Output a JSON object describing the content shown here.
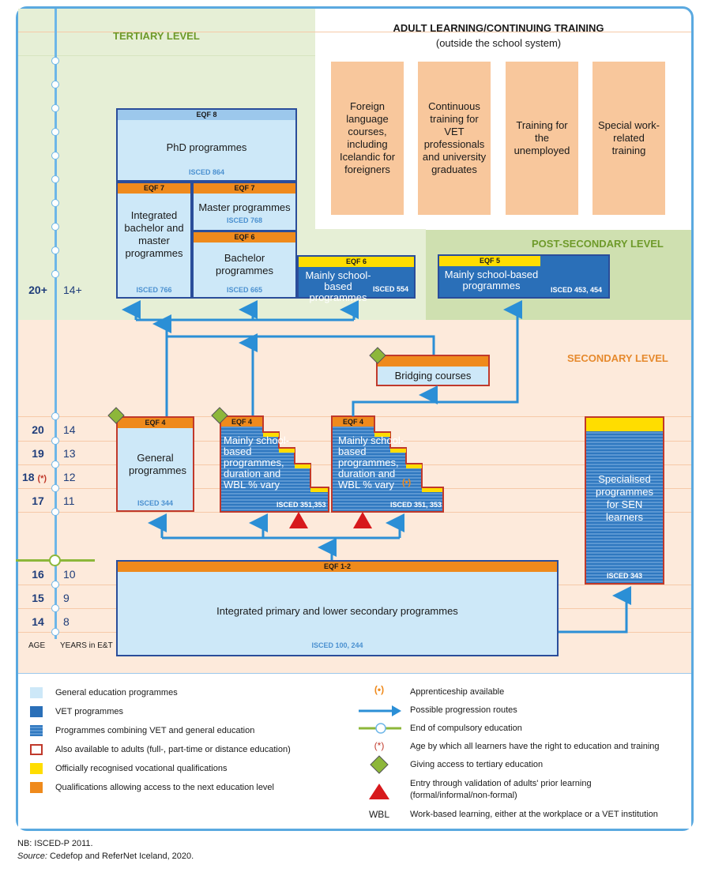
{
  "levels": {
    "tertiary": "TERTIARY LEVEL",
    "post_secondary": "POST-SECONDARY LEVEL",
    "secondary": "SECONDARY LEVEL"
  },
  "adult": {
    "title": "ADULT LEARNING/CONTINUING TRAINING",
    "subtitle": "(outside the school system)",
    "boxes": [
      "Foreign language courses, including Icelandic for foreigners",
      "Continuous training for VET professionals and university graduates",
      "Training for the unemployed",
      "Special work-related training"
    ]
  },
  "programmes": {
    "phd": {
      "eqf": "EQF 8",
      "name": "PhD programmes",
      "isced": "ISCED 864"
    },
    "integrated_bm": {
      "eqf": "EQF 7",
      "name": "Integrated bachelor and master programmes",
      "isced": "ISCED 766"
    },
    "master": {
      "eqf": "EQF 7",
      "name": "Master programmes",
      "isced": "ISCED 768"
    },
    "bachelor": {
      "eqf": "EQF 6",
      "name": "Bachelor programmes",
      "isced": "ISCED 665"
    },
    "tert_school": {
      "eqf": "EQF 6",
      "name": "Mainly school-based programmes",
      "isced": "ISCED 554"
    },
    "post_school": {
      "eqf": "EQF 5",
      "name": "Mainly school-based programmes",
      "isced": "ISCED 453, 454"
    },
    "bridging": {
      "name": "Bridging courses"
    },
    "general": {
      "eqf": "EQF 4",
      "name": "General programmes",
      "isced": "ISCED 344"
    },
    "vet1": {
      "eqf": "EQF 4",
      "name": "Mainly school-based programmes, duration and WBL % vary",
      "isced": "ISCED 351,353"
    },
    "vet2": {
      "eqf": "EQF 4",
      "name": "Mainly school-based programmes, duration and WBL % vary",
      "isced": "ISCED 351, 353",
      "mark": "(•)"
    },
    "sen": {
      "name": "Specialised programmes for SEN learners",
      "isced": "ISCED 343"
    },
    "primary": {
      "eqf": "EQF 1-2",
      "name": "Integrated primary and lower secondary programmes",
      "isced": "ISCED 100, 244"
    }
  },
  "axis": {
    "rows": [
      {
        "age": "20+",
        "years": "14+"
      },
      {
        "age": "20",
        "years": "14"
      },
      {
        "age": "19",
        "years": "13"
      },
      {
        "age": "18",
        "age_mark": "(*)",
        "years": "12"
      },
      {
        "age": "17",
        "years": "11"
      },
      {
        "age": "16",
        "years": "10"
      },
      {
        "age": "15",
        "years": "9"
      },
      {
        "age": "14",
        "years": "8"
      }
    ],
    "age_label": "AGE",
    "years_label": "YEARS in E&T"
  },
  "legend": {
    "left": [
      "General education programmes",
      "VET programmes",
      "Programmes combining VET and general education",
      "Also available to adults (full-, part-time or distance education)",
      "Officially recognised vocational qualifications",
      "Qualifications allowing access to the next education level"
    ],
    "right": [
      {
        "sym": "(•)",
        "text": "Apprenticeship available"
      },
      {
        "sym": "",
        "text": "Possible progression routes"
      },
      {
        "sym": "",
        "text": "End of compulsory education"
      },
      {
        "sym": "(*)",
        "text": "Age by which all learners have the right to education and training"
      },
      {
        "sym": "",
        "text": "Giving access to tertiary education"
      },
      {
        "sym": "",
        "text": "Entry through validation of adults' prior learning (formal/informal/non-formal)"
      },
      {
        "sym": "WBL",
        "text": "Work-based learning, either at the workplace or a VET institution"
      }
    ]
  },
  "footer": {
    "nb": "NB: ISCED-P 2011.",
    "source_label": "Source:",
    "source_text": " Cedefop and ReferNet Iceland, 2020."
  },
  "colors": {
    "general": "#cde8f8",
    "vet": "#2a6fb8",
    "orange": "#ef8a1c",
    "yellow": "#ffdd00",
    "arrow": "#2b8fd6",
    "red": "#c0392b",
    "green": "#8db73a"
  }
}
